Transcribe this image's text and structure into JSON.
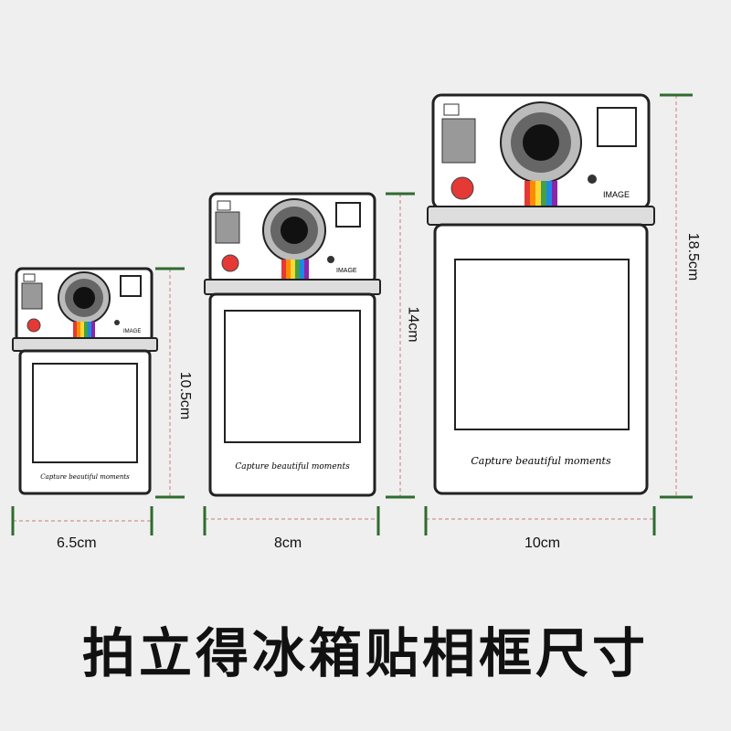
{
  "cameras": [
    {
      "id": "small",
      "width_label": "6.5cm",
      "height_label": "10.5cm",
      "tagline": "Capture beautiful moments",
      "badge": "IMAGE"
    },
    {
      "id": "medium",
      "width_label": "8cm",
      "height_label": "14cm",
      "tagline": "Capture beautiful moments",
      "badge": "IMAGE"
    },
    {
      "id": "large",
      "width_label": "10cm",
      "height_label": "18.5cm",
      "tagline": "Capture beautiful moments",
      "badge": "IMAGE"
    }
  ],
  "caption": "拍立得冰箱贴相框尺寸",
  "colors": {
    "background": "#efefef",
    "outline": "#222222",
    "dimension_line": "#d9a0a0",
    "tick": "#2e6b2e",
    "red_button": "#e53935",
    "rainbow": [
      "#e53935",
      "#fb8c00",
      "#fdd835",
      "#43a047",
      "#1e88e5",
      "#8e24aa"
    ]
  },
  "icons": [
    "camera-lens-icon",
    "flash-window-icon",
    "viewfinder-icon",
    "shutter-button-icon"
  ]
}
